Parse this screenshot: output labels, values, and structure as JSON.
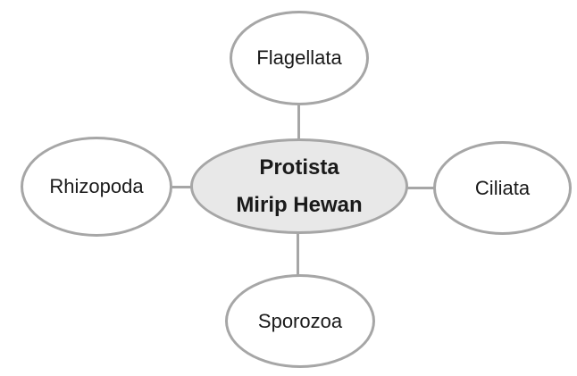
{
  "diagram": {
    "center": {
      "label_line1": "Protista",
      "label_line2": "Mirip Hewan"
    },
    "nodes": [
      {
        "id": "flagellata",
        "label": "Flagellata",
        "position": "top"
      },
      {
        "id": "rhizopoda",
        "label": "Rhizopoda",
        "position": "left"
      },
      {
        "id": "ciliata",
        "label": "Ciliata",
        "position": "right"
      },
      {
        "id": "sporozoa",
        "label": "Sporozoa",
        "position": "bottom"
      }
    ],
    "colors": {
      "node_fill": "#ffffff",
      "center_fill": "#e8e8e8",
      "border": "#a6a6a6",
      "text": "#1a1a1a",
      "background": "#ffffff"
    }
  }
}
